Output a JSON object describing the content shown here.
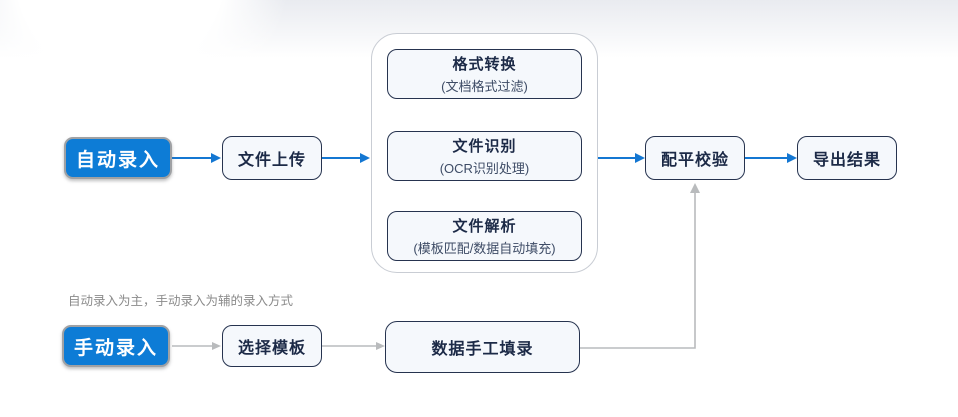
{
  "colors": {
    "accent-blue": "#0d7cd6",
    "arrow-blue": "#1477d2",
    "arrow-gray": "#b9bbbd",
    "node-border": "#26334f",
    "node-fill": "#f5f8fc",
    "node-text": "#1c2a47",
    "node-subtext": "#3e4c66",
    "container-border": "#c9cdd4",
    "note-text": "#8b8b8b"
  },
  "flow": {
    "auto_entry_button": "自动录入",
    "file_upload": "文件上传",
    "process_steps": [
      {
        "title": "格式转换",
        "subtitle": "(文档格式过滤)"
      },
      {
        "title": "文件识别",
        "subtitle": "(OCR识别处理)"
      },
      {
        "title": "文件解析",
        "subtitle": "(模板匹配/数据自动填充)"
      }
    ],
    "balance_check": "配平校验",
    "export_result": "导出结果",
    "note": "自动录入为主，手动录入为辅的录入方式",
    "manual_entry_button": "手动录入",
    "select_template": "选择模板",
    "manual_fill": "数据手工填录"
  }
}
